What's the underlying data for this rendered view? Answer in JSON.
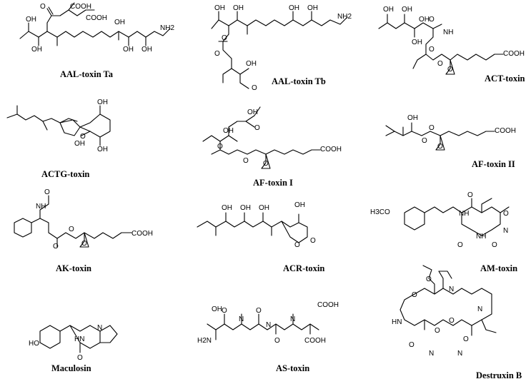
{
  "compounds": [
    {
      "id": "aal-ta",
      "name": "AAL-toxin Ta",
      "labels": {
        "cooh1": "COOH",
        "cooh2": "COOH",
        "o1": "O",
        "oh1": "OH",
        "oh2": "OH",
        "oh3": "OH",
        "oh4": "OH",
        "oh5": "OH",
        "nh2": "NH2"
      }
    },
    {
      "id": "aal-tb",
      "name": "AAL-toxin Tb",
      "labels": {
        "oh1": "OH",
        "oh2": "OH",
        "oh3": "OH",
        "nh2": "NH2",
        "o1": "O",
        "o2": "O",
        "o3": "O",
        "oh4": "OH",
        "oh5": "OH"
      }
    },
    {
      "id": "act",
      "name": "ACT-toxin",
      "labels": {
        "oh1": "OH",
        "oh2": "OH",
        "oh3": "OH",
        "oh4": "OH",
        "o1": "O",
        "nh": "NH",
        "o2": "O",
        "o3": "O",
        "o4": "O",
        "cooh": "COOH"
      }
    },
    {
      "id": "actg",
      "name": "ACTG-toxin",
      "labels": {
        "oh1": "OH",
        "oh2": "OH",
        "o1": "O",
        "oh3": "OH"
      }
    },
    {
      "id": "af1",
      "name": "AF-toxin I",
      "labels": {
        "oh1": "OH",
        "oh2": "OH",
        "o1": "O",
        "o2": "O",
        "o3": "O",
        "o4": "O",
        "cooh": "COOH"
      }
    },
    {
      "id": "af2",
      "name": "AF-toxin II",
      "labels": {
        "oh1": "OH",
        "o1": "O",
        "o2": "O",
        "o3": "O",
        "cooh": "COOH"
      }
    },
    {
      "id": "ak",
      "name": "AK-toxin",
      "labels": {
        "o1": "O",
        "nh": "NH",
        "o2": "O",
        "o3": "O",
        "o4": "O",
        "cooh": "COOH"
      }
    },
    {
      "id": "acr",
      "name": "ACR-toxin",
      "labels": {
        "oh1": "OH",
        "oh2": "OH",
        "oh3": "OH",
        "oh4": "OH",
        "o1": "O",
        "o2": "O"
      }
    },
    {
      "id": "am",
      "name": "AM-toxin",
      "labels": {
        "h3co": "H3CO",
        "o1": "O",
        "nh1": "NH",
        "o2": "O",
        "nh2": "NH",
        "o3": "O",
        "o4": "O",
        "n1": "N"
      }
    },
    {
      "id": "mac",
      "name": "Maculosin",
      "labels": {
        "ho": "HO",
        "n1": "N",
        "hn": "HN",
        "o1": "O"
      }
    },
    {
      "id": "as",
      "name": "AS-toxin",
      "labels": {
        "oh": "OH",
        "h2n": "H2N",
        "o1": "O",
        "nh1": "N",
        "o2": "O",
        "o3": "O",
        "n2": "N",
        "nh2": "N",
        "cooh1": "COOH",
        "cooh2": "COOH"
      }
    },
    {
      "id": "dtx",
      "name": "Destruxin B",
      "labels": {
        "o1": "O",
        "o2": "O",
        "n1": "N",
        "o3": "O",
        "hn": "HN",
        "nh": "N",
        "o4": "O",
        "o5": "O",
        "n2": "N",
        "n3": "N",
        "o6": "O"
      }
    }
  ]
}
